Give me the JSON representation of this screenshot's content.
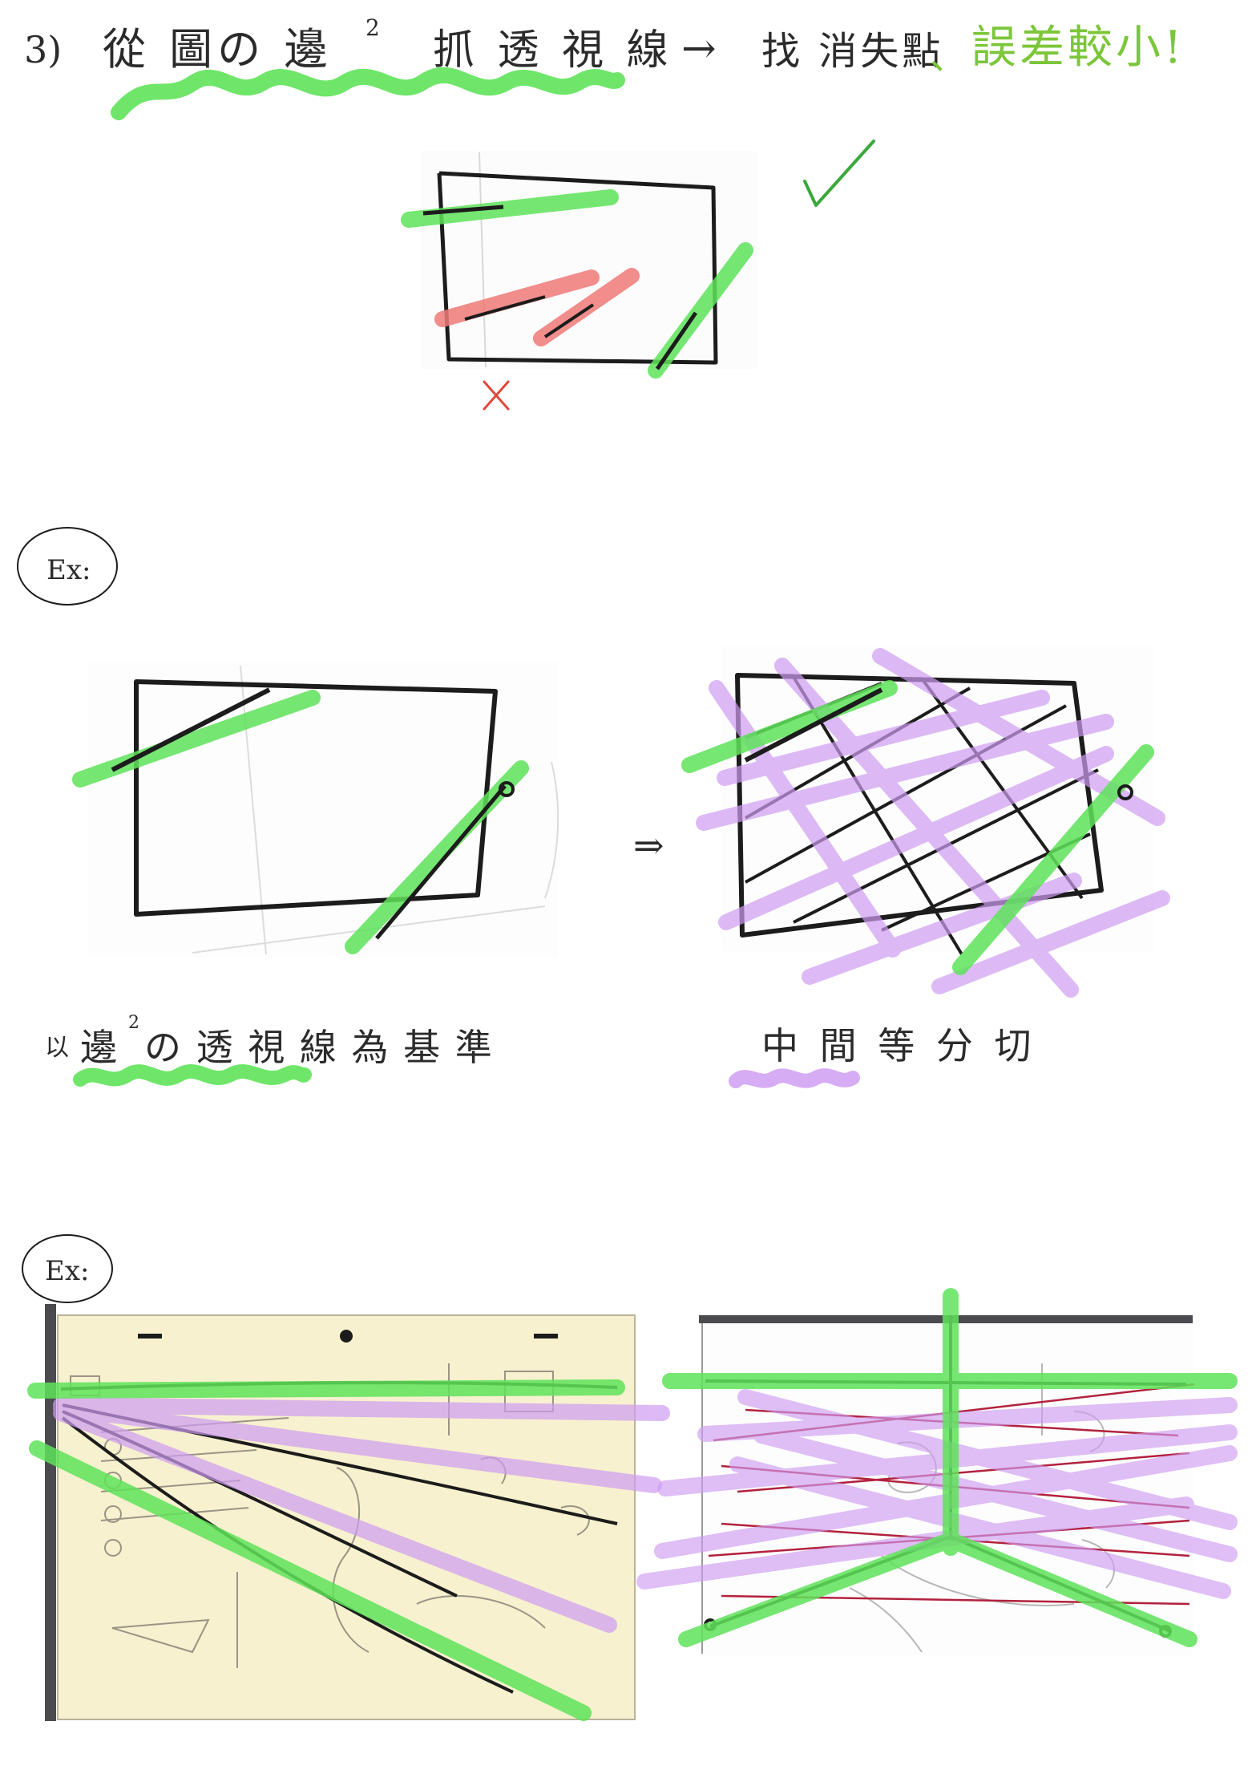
{
  "heading": {
    "step": "3)",
    "phrase": "從 圖の 邊",
    "superscript": "2",
    "grab": "抓 透 視 線",
    "arrow": "→",
    "find": "找 消失點",
    "comma": "、",
    "note": "誤差較小!"
  },
  "marks": {
    "check": "✓",
    "cross": "×"
  },
  "example_1": {
    "label": "Ex:",
    "implies": "⇒",
    "caption_left_prefix": "以",
    "caption_left_edge": "邊",
    "caption_left_superscript": "2",
    "caption_left_rest": "の 透 視 線 為 基 準",
    "caption_right": "中 間 等 分 切"
  },
  "example_2": {
    "label": "Ex:"
  },
  "colors": {
    "ink": "#1c1c1c",
    "green_highlight": "#5fe35a",
    "red_highlight": "#f07a78",
    "purple_highlight": "#cf9df2",
    "green_text": "#7cc63a",
    "red_line": "#b3213d",
    "paper": "#f7f1cf",
    "dark_bar": "#4a4a4f"
  },
  "icons": {
    "check": "check-icon",
    "cross": "cross-icon",
    "arrow": "right-arrow-icon",
    "implies": "double-arrow-icon"
  }
}
